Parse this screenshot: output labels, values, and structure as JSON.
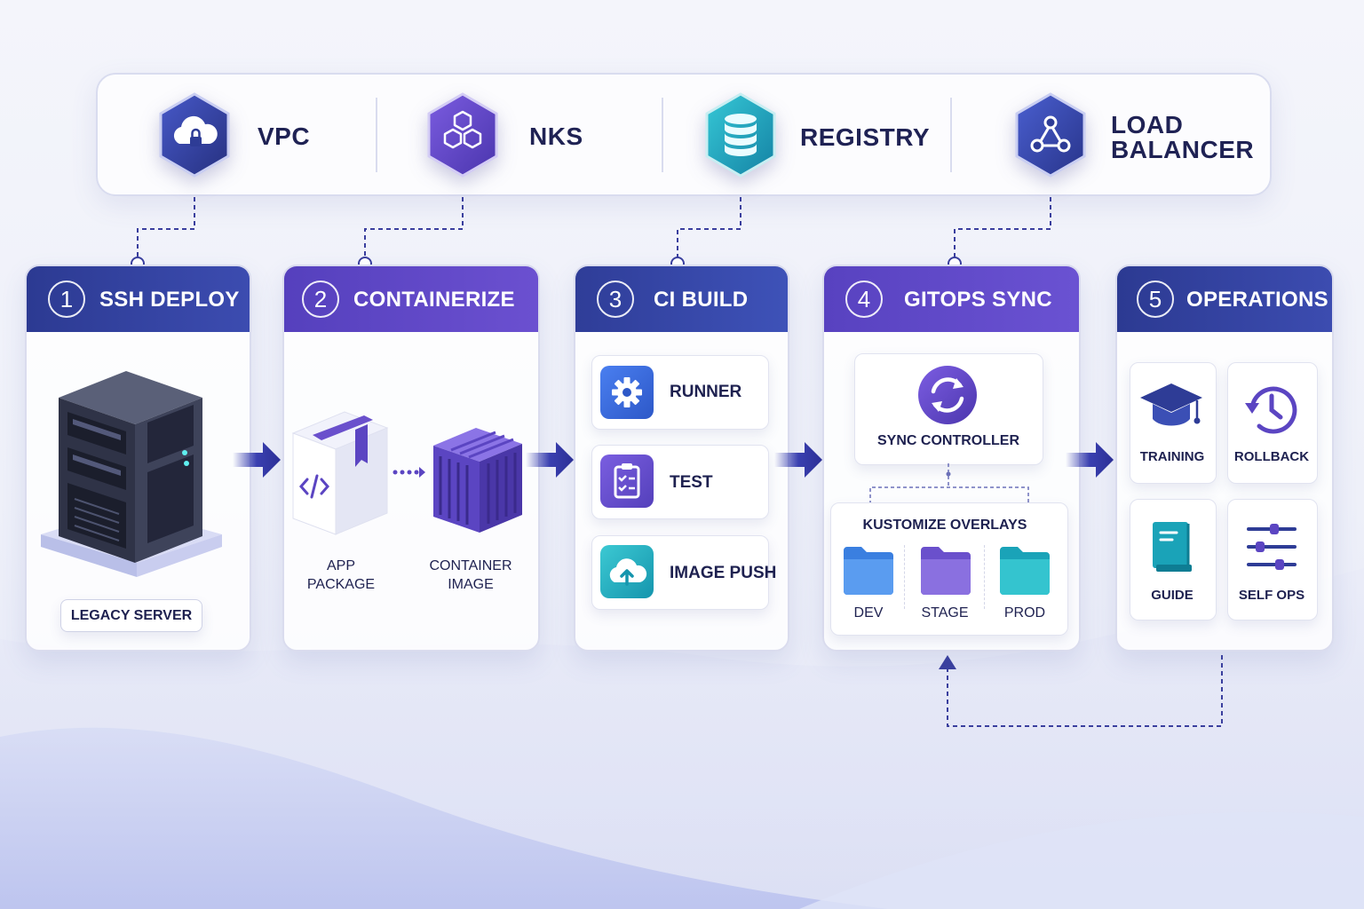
{
  "top": {
    "items": [
      {
        "label": "VPC",
        "icon": "cloud-lock-icon"
      },
      {
        "label": "NKS",
        "icon": "cubes-icon"
      },
      {
        "label": "REGISTRY",
        "icon": "database-icon"
      },
      {
        "label_line1": "LOAD",
        "label_line2": "BALANCER",
        "icon": "load-balancer-icon"
      }
    ]
  },
  "stages": [
    {
      "num": "1",
      "title": "SSH DEPLOY",
      "color": "#2e3c96",
      "content": {
        "badge": "LEGACY SERVER",
        "icon": "server-icon"
      }
    },
    {
      "num": "2",
      "title": "CONTAINERIZE",
      "color": "#5b45c2",
      "content": {
        "package_line1": "APP",
        "package_line2": "PACKAGE",
        "image_line1": "CONTAINER",
        "image_line2": "IMAGE"
      }
    },
    {
      "num": "3",
      "title": "CI BUILD",
      "color": "#3446a8",
      "content": {
        "items": [
          {
            "label": "RUNNER",
            "icon": "gear-icon"
          },
          {
            "label": "TEST",
            "icon": "clipboard-check-icon"
          },
          {
            "label": "IMAGE PUSH",
            "icon": "cloud-upload-icon"
          }
        ]
      }
    },
    {
      "num": "4",
      "title": "GITOPS SYNC",
      "color": "#5a47c6",
      "content": {
        "controller": "SYNC CONTROLLER",
        "overlays_title": "KUSTOMIZE OVERLAYS",
        "folders": [
          {
            "label": "DEV"
          },
          {
            "label": "STAGE"
          },
          {
            "label": "PROD"
          }
        ]
      }
    },
    {
      "num": "5",
      "title": "OPERATIONS",
      "color": "#2e3c96",
      "content": {
        "items": [
          {
            "label": "TRAINING",
            "icon": "graduation-cap-icon"
          },
          {
            "label": "ROLLBACK",
            "icon": "history-icon"
          },
          {
            "label": "GUIDE",
            "icon": "book-icon"
          },
          {
            "label": "SELF OPS",
            "icon": "sliders-icon"
          }
        ]
      }
    }
  ],
  "colors": {
    "navy": "#2e3c96",
    "purple": "#5b45c2",
    "teal": "#1fb0c4",
    "dark": "#1e2150"
  }
}
